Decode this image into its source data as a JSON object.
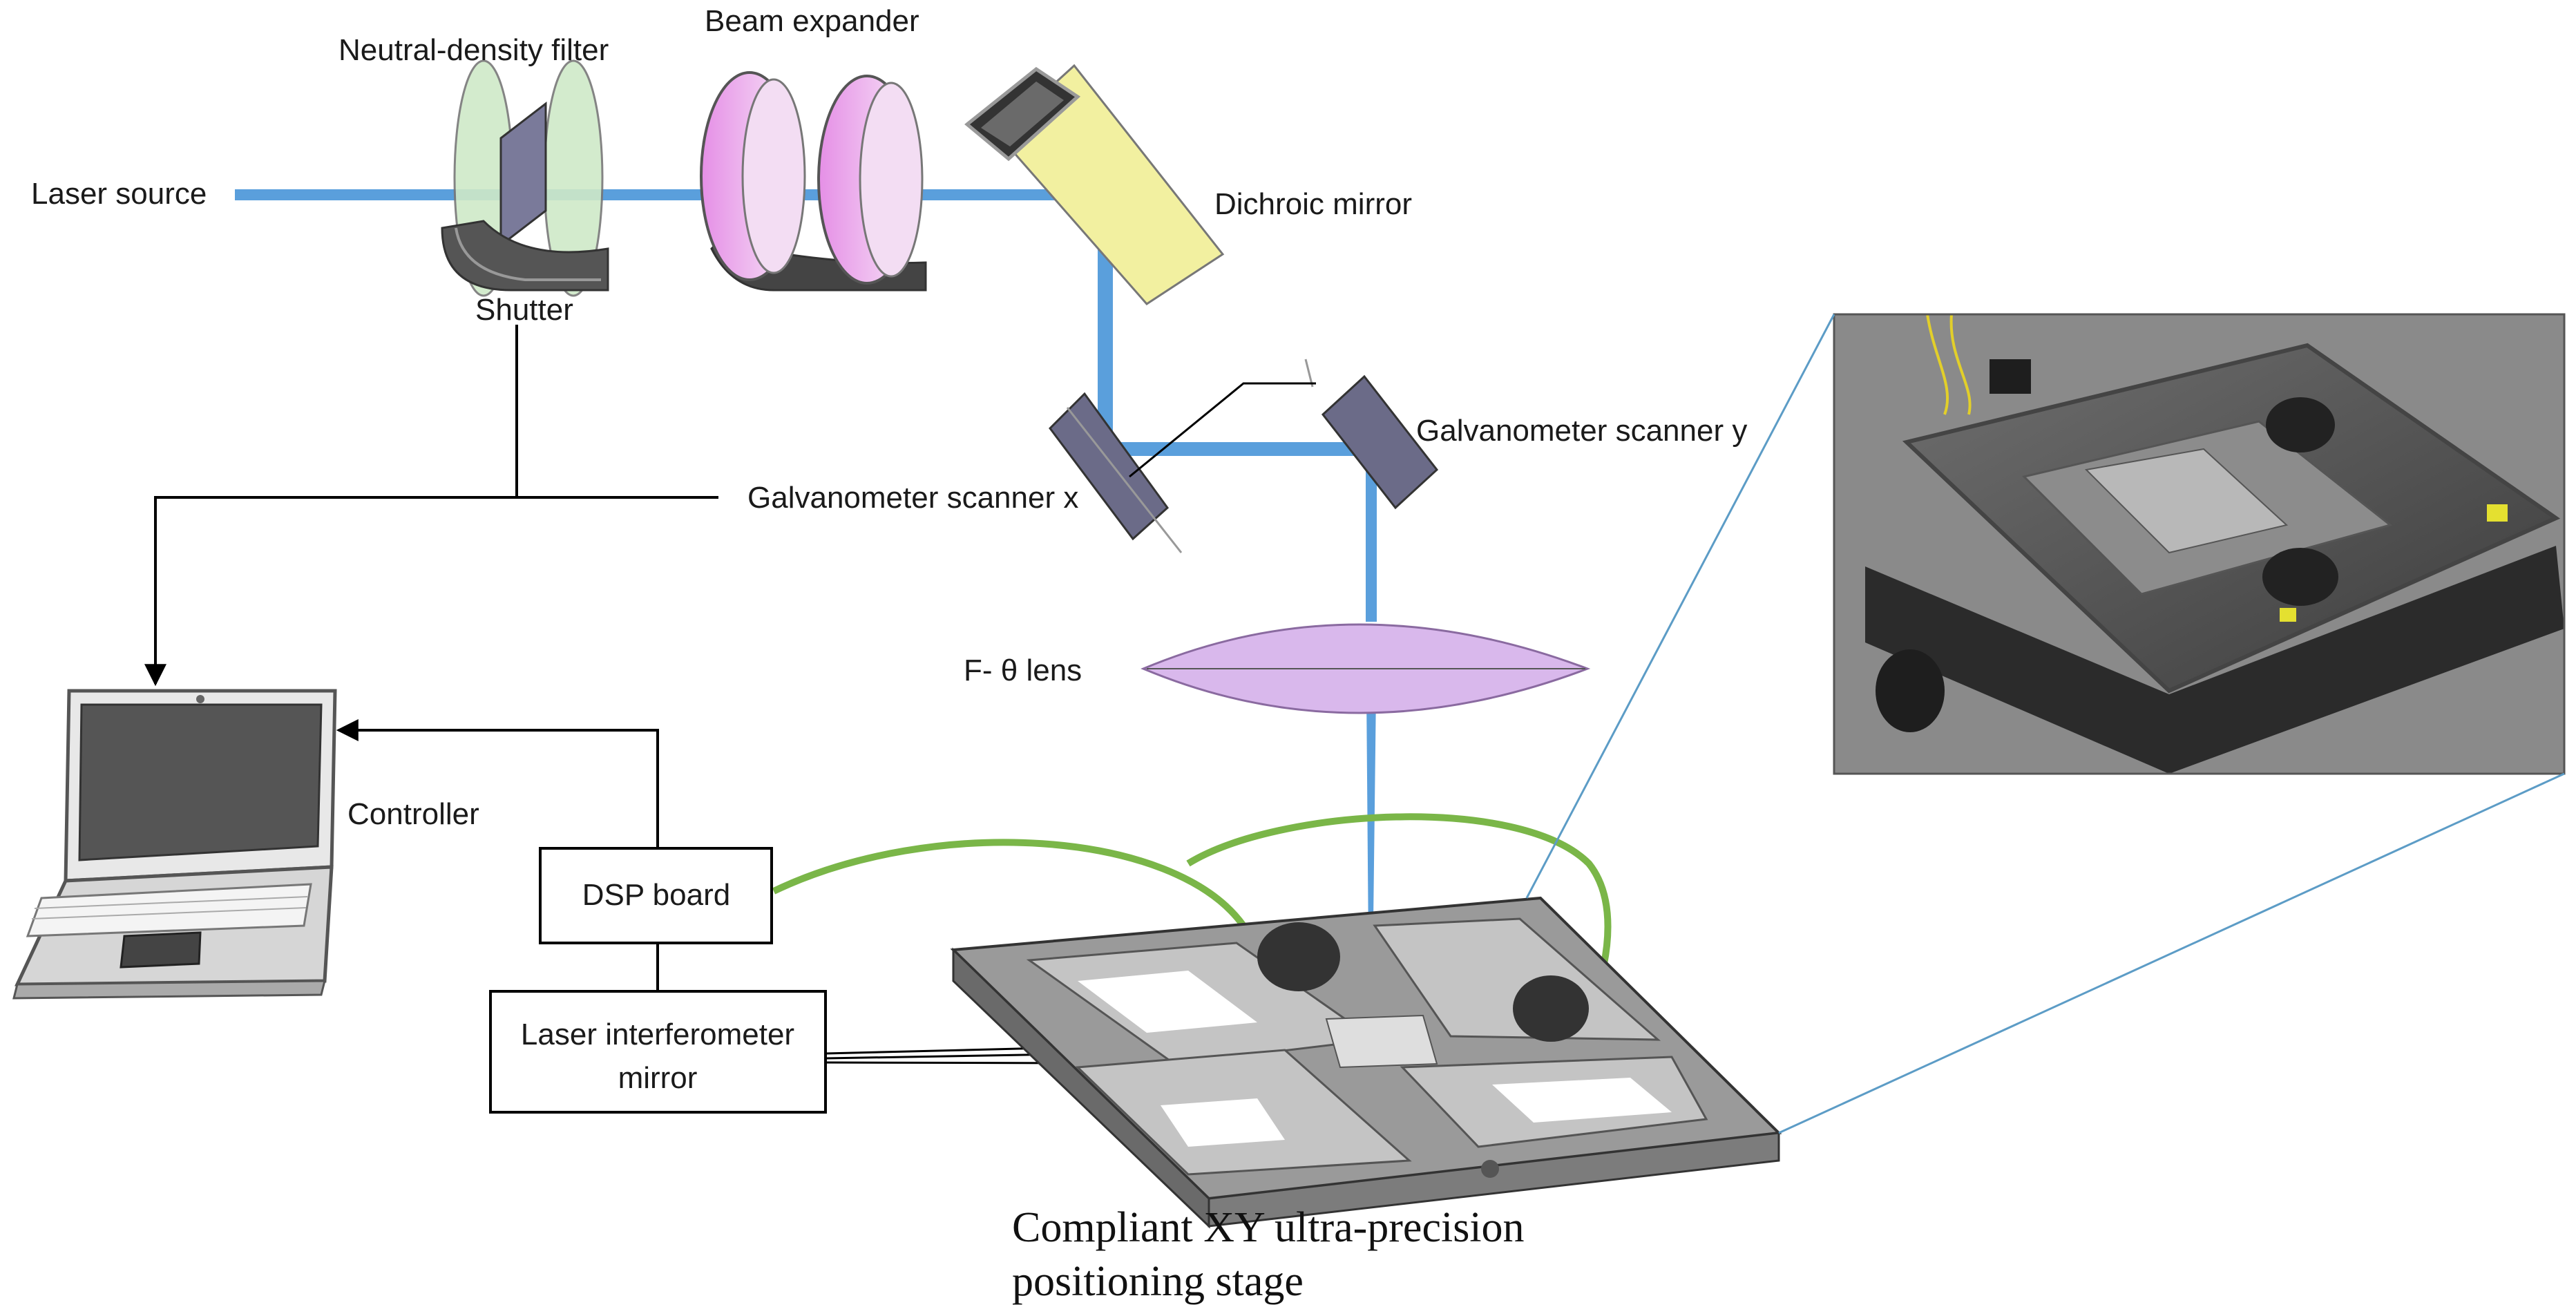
{
  "labels": {
    "laser_source": "Laser source",
    "nd_filter": "Neutral-density filter",
    "beam_expander": "Beam expander",
    "dichroic_mirror": "Dichroic mirror",
    "shutter": "Shutter",
    "galvo_x": "Galvanometer scanner x",
    "galvo_y": "Galvanometer scanner y",
    "ftheta_lens": "F- θ  lens",
    "controller": "Controller",
    "dsp_board": "DSP board",
    "interferometer_line1": "Laser interferometer",
    "interferometer_line2": "mirror",
    "stage_line1": "Compliant XY ultra-precision",
    "stage_line2": "positioning stage"
  },
  "colors": {
    "beam": "#5a9fdc",
    "cable": "#7ab648",
    "lens": "#d9b8ec",
    "dichroic": "#f2f0a0",
    "nd_filter": "#cfe9c8",
    "expander": "#e8a6ea",
    "stage": "#9a9a9a",
    "leader": "#5c9cc6"
  },
  "icons": [
    "laptop-icon",
    "shutter-icon",
    "beam-expander-icon",
    "dichroic-mirror-icon",
    "galvo-mirror-icon",
    "lens-icon",
    "stage-icon",
    "photo-inset"
  ]
}
